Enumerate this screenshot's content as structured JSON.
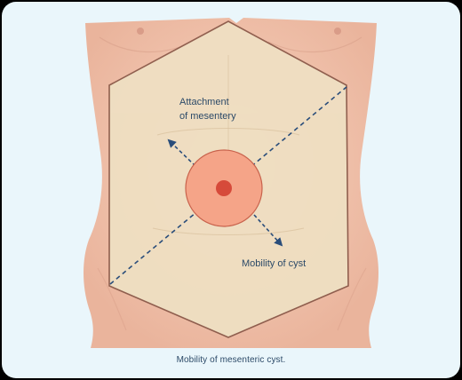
{
  "labels": {
    "attachment_line1": "Attachment",
    "attachment_line2": "of mesentery",
    "mobility": "Mobility of cyst"
  },
  "caption": "Mobility of mesenteric cyst.",
  "colors": {
    "background": "#eaf6fb",
    "skin": "#f3c8b2",
    "abdomen_region": "#efdfc2",
    "outline": "#8b5a4a",
    "cyst_outer": "#f5a488",
    "cyst_inner": "#d64a3a",
    "arrow": "#2a4d7a",
    "text": "#2c4a68"
  }
}
